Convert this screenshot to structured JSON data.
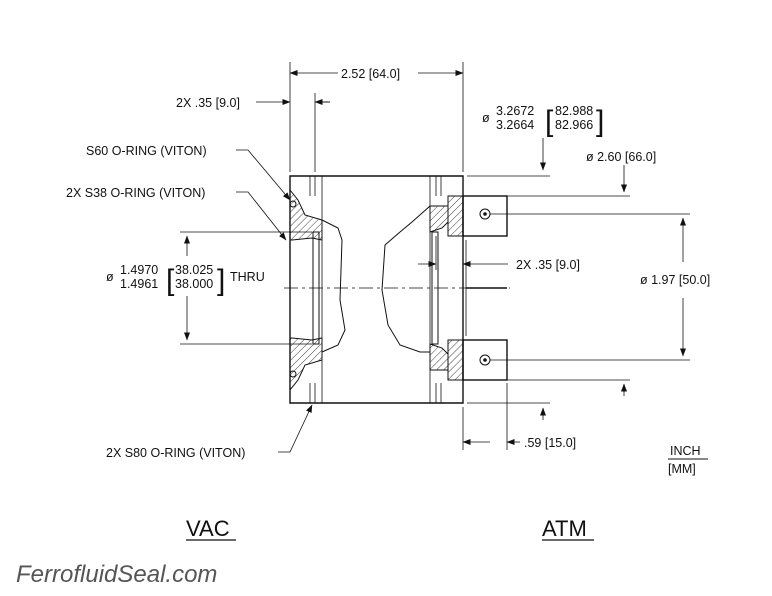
{
  "dimensions": {
    "overall_length": "2.52 [64.0]",
    "vac_groove_offset": "2X .35 [9.0]",
    "atm_groove_offset": "2X .35 [9.0]",
    "flange_dia_max": "3.2672",
    "flange_dia_min": "3.2664",
    "flange_dia_max_mm": "82.988",
    "flange_dia_min_mm": "82.966",
    "dia_symbol": "ø",
    "hub_dia": "ø 2.60 [66.0]",
    "bolt_circle": "ø 1.97 [50.0]",
    "bore_dia_max": "1.4970",
    "bore_dia_min": "1.4961",
    "bore_dia_max_mm": "38.025",
    "bore_dia_min_mm": "38.000",
    "bore_suffix": "THRU",
    "flange_thickness": ".59 [15.0]"
  },
  "callouts": {
    "s60": "S60 O-RING (VITON)",
    "s38": "2X S38 O-RING (VITON)",
    "s80": "2X S80 O-RING (VITON)"
  },
  "units": {
    "primary": "INCH",
    "secondary": "[MM]"
  },
  "sides": {
    "vac": "VAC",
    "atm": "ATM"
  },
  "watermark": "FerrofluidSeal.com"
}
